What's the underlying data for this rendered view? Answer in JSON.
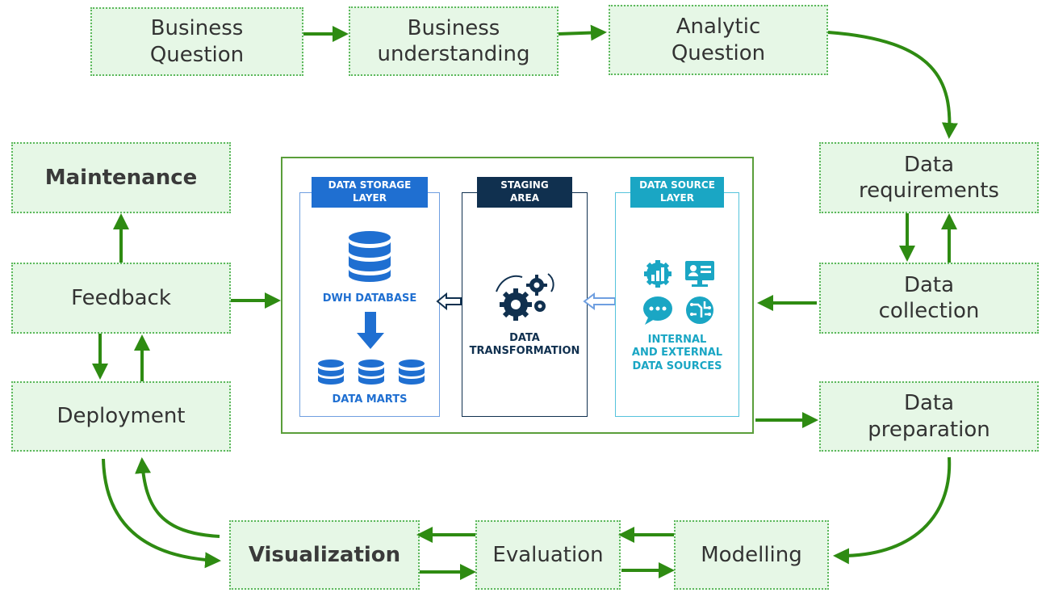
{
  "steps": {
    "business_question": "Business\nQuestion",
    "business_understanding": "Business\nunderstanding",
    "analytic_question": "Analytic\nQuestion",
    "data_requirements": "Data\nrequirements",
    "data_collection": "Data\ncollection",
    "data_preparation": "Data\npreparation",
    "modelling": "Modelling",
    "evaluation": "Evaluation",
    "visualization": "Visualization",
    "deployment": "Deployment",
    "feedback": "Feedback",
    "maintenance": "Maintenance"
  },
  "warehouse": {
    "storage": {
      "header": "DATA STORAGE\nLAYER",
      "db_label": "DWH DATABASE",
      "marts_label": "DATA MARTS"
    },
    "staging": {
      "header": "STAGING\nAREA",
      "label": "DATA\nTRANSFORMATION"
    },
    "source": {
      "header": "DATA SOURCE\nLAYER",
      "label": "INTERNAL\nAND EXTERNAL\nDATA SOURCES"
    }
  },
  "colors": {
    "box_fill": "#e6f7e6",
    "box_border": "#5cb85c",
    "arrow": "#2e8b12",
    "storage_header": "#1f6fd1",
    "staging_header": "#10304f",
    "source_header": "#1aa6c4"
  },
  "icons": [
    "database-icon",
    "down-arrow-icon",
    "data-mart-icon",
    "gears-icon",
    "analytics-gear-icon",
    "profile-card-icon",
    "chat-bubble-icon",
    "circuit-icon"
  ]
}
